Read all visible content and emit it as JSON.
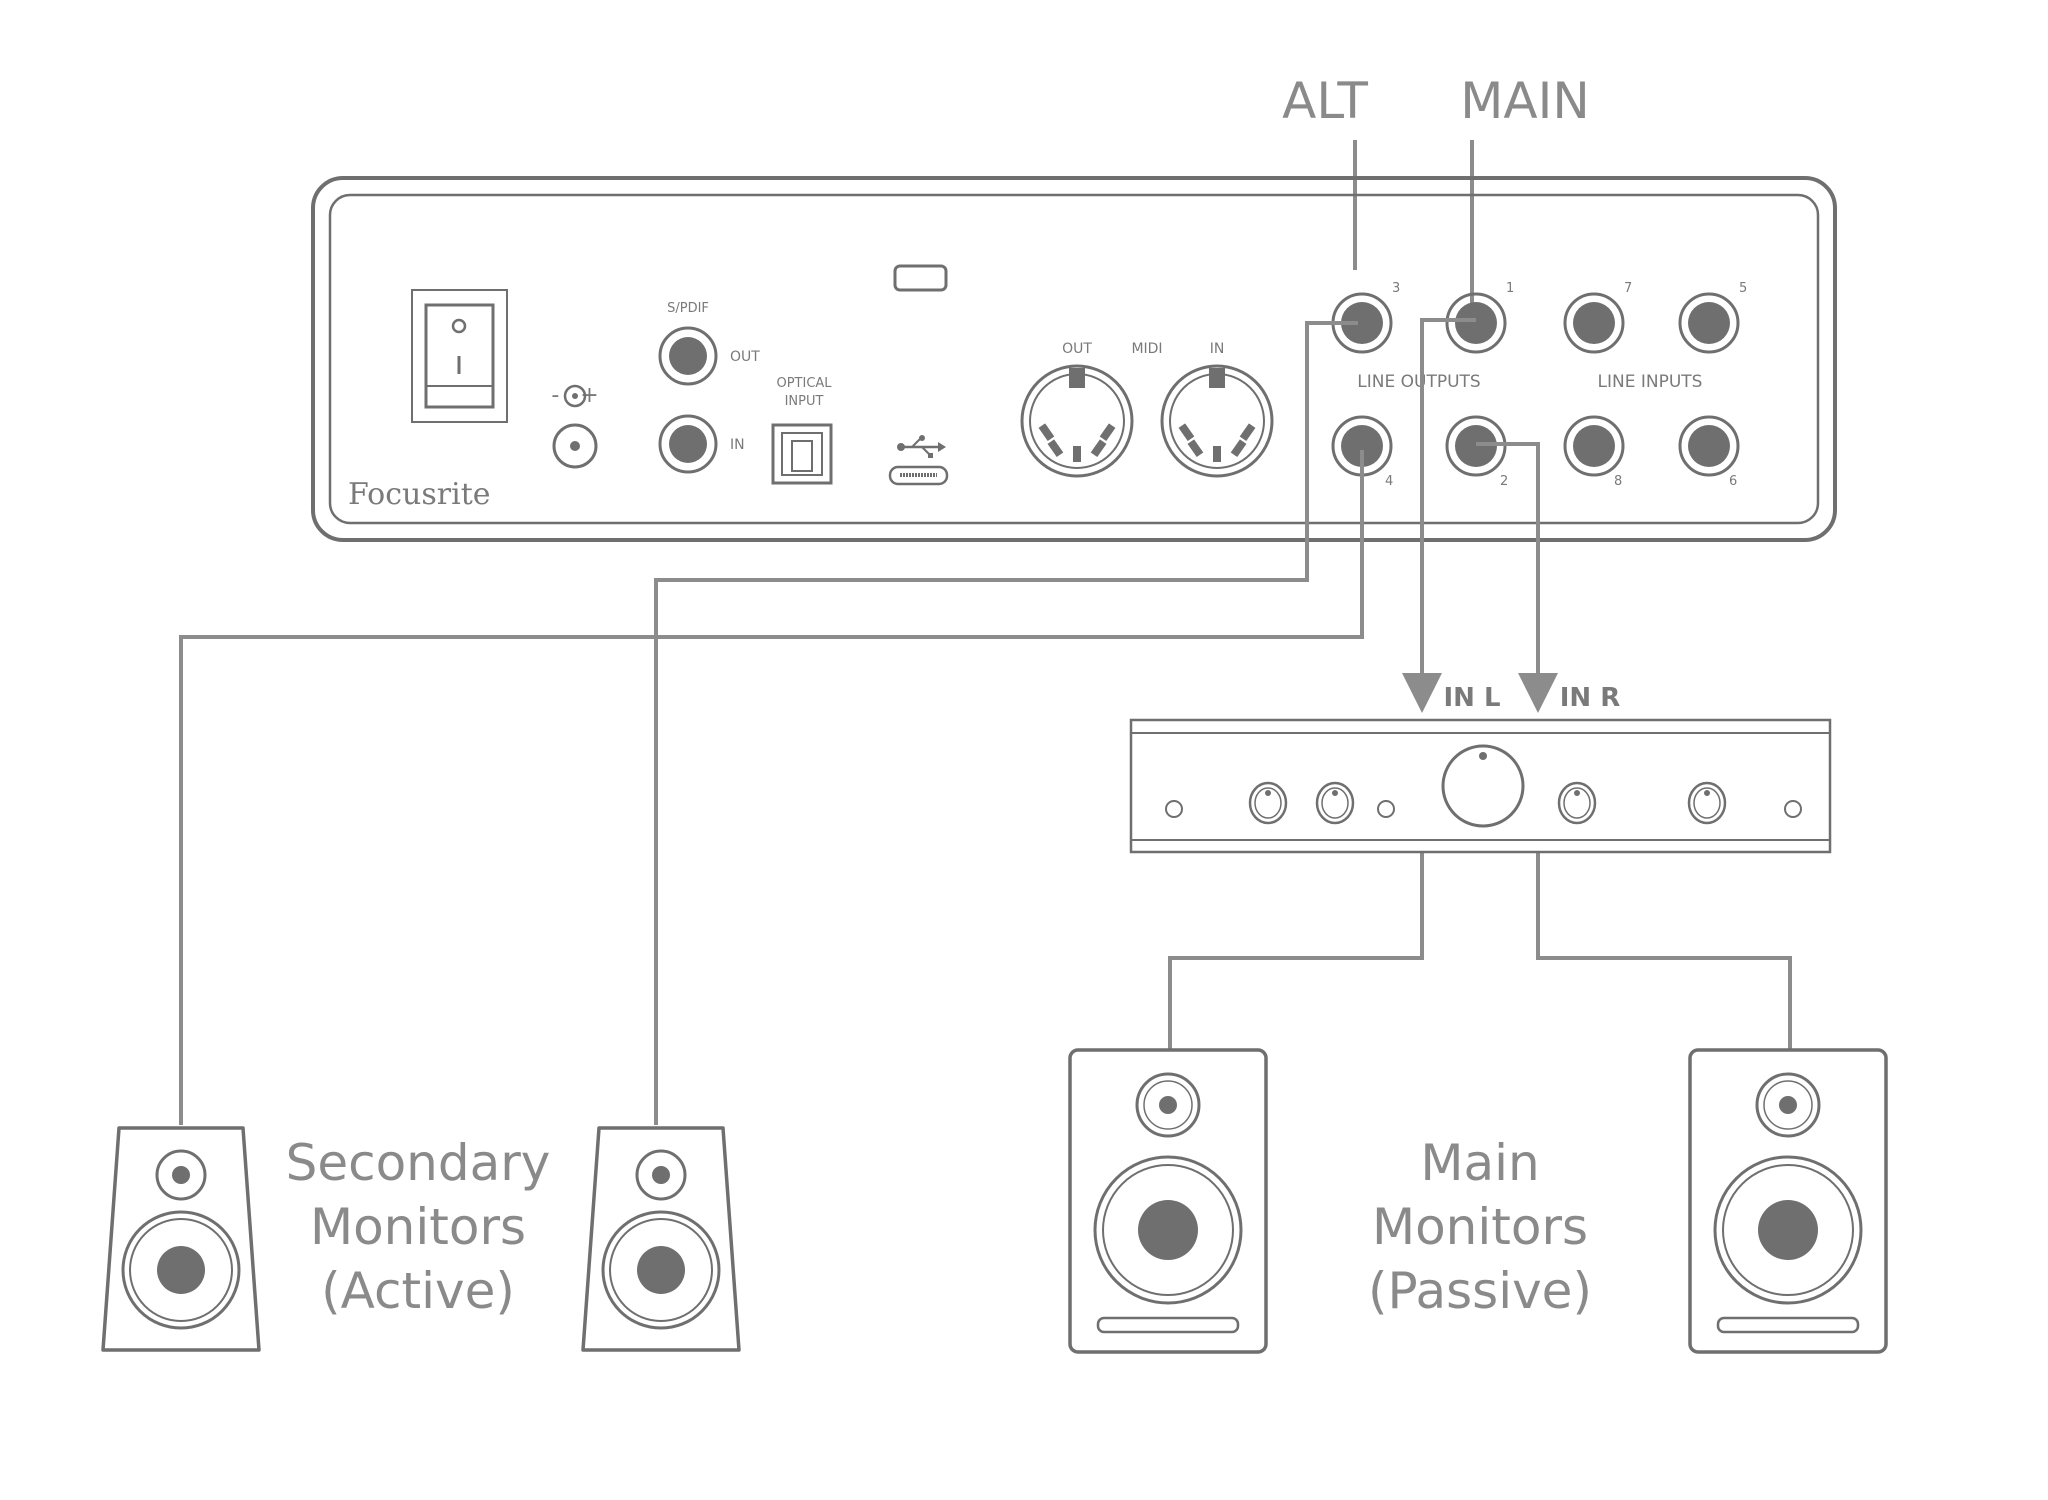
{
  "callouts": {
    "alt": "ALT",
    "main": "MAIN"
  },
  "interface": {
    "brand": "Focusrite",
    "power_symbol": "-   +",
    "spdif": {
      "title": "S/PDIF",
      "out": "OUT",
      "in": "IN"
    },
    "optical": {
      "line1": "OPTICAL",
      "line2": "INPUT"
    },
    "usb_icon": "usb-icon",
    "midi": {
      "title": "MIDI",
      "out": "OUT",
      "in": "IN"
    },
    "line_outputs": "LINE OUTPUTS",
    "line_inputs": "LINE INPUTS",
    "jack_numbers": {
      "j3": "3",
      "j1": "1",
      "j7": "7",
      "j5": "5",
      "j4": "4",
      "j2": "2",
      "j8": "8",
      "j6": "6"
    }
  },
  "amplifier": {
    "in_l": "IN L",
    "in_r": "IN R"
  },
  "secondary_monitors": {
    "line1": "Secondary",
    "line2": "Monitors",
    "line3": "(Active)"
  },
  "main_monitors": {
    "line1": "Main",
    "line2": "Monitors",
    "line3": "(Passive)"
  },
  "colors": {
    "line": "#6f6f70",
    "wire": "#8c8c8c",
    "fill": "#6f6f70",
    "text": "#8a8a8a"
  }
}
